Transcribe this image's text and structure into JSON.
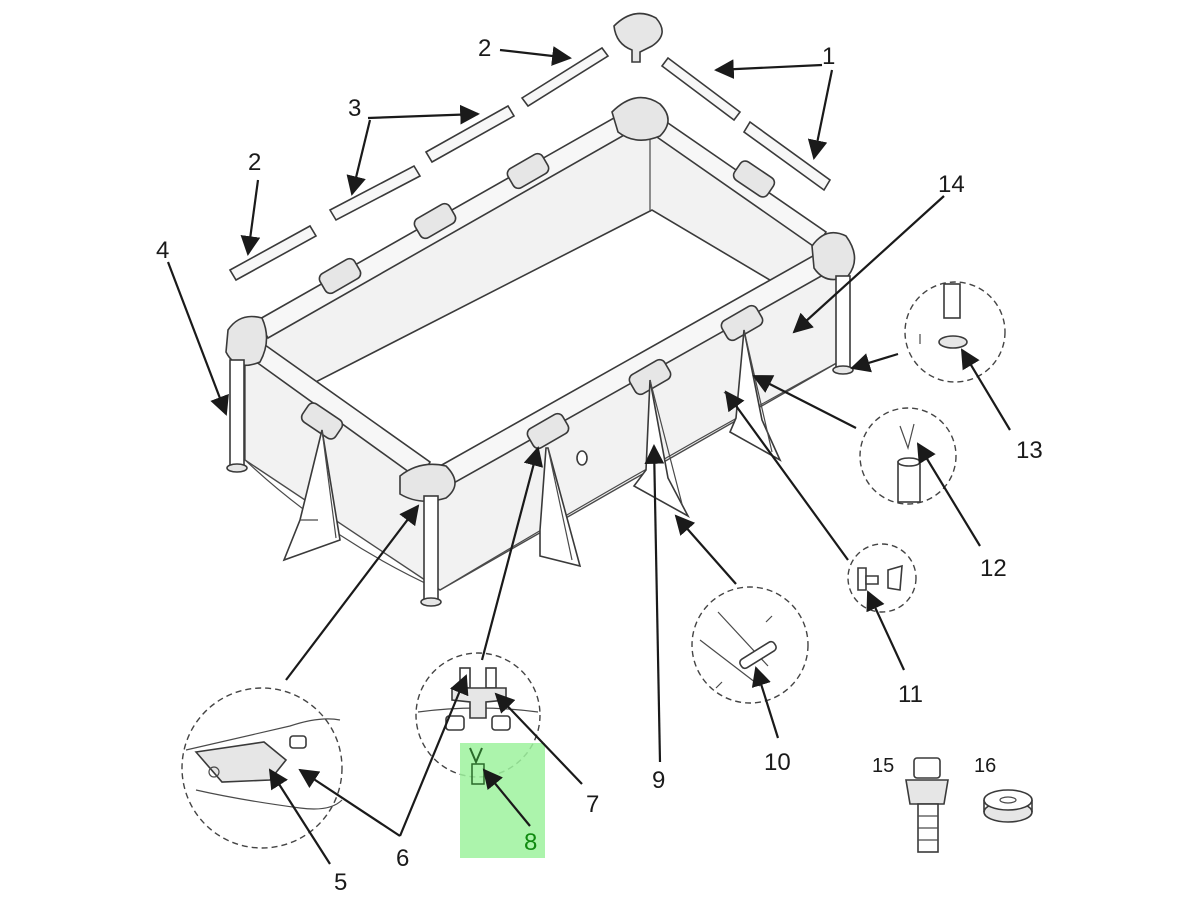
{
  "diagram": {
    "labels": {
      "p1": "1",
      "p2a": "2",
      "p2b": "2",
      "p3": "3",
      "p4": "4",
      "p5": "5",
      "p6": "6",
      "p7": "7",
      "p8": "8",
      "p9": "9",
      "p10": "10",
      "p11": "11",
      "p12": "12",
      "p13": "13",
      "p14": "14",
      "p15": "15",
      "p16": "16"
    },
    "highlight_color": "#9ef29e",
    "highlight_label_color": "#108a10"
  }
}
